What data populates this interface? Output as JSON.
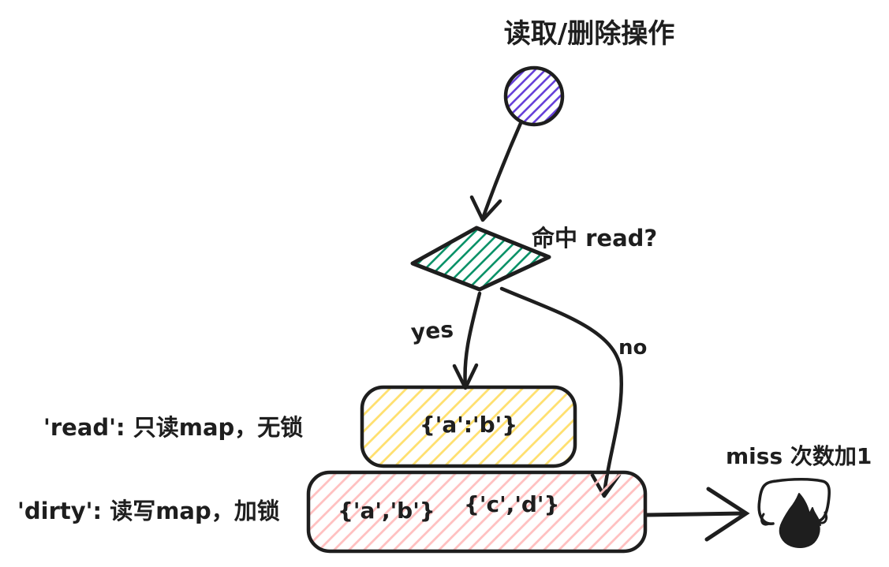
{
  "diagram": {
    "title": "读取/删除操作",
    "colors": {
      "stroke": "#1e1e1e",
      "purple_hatch": "#6741d9",
      "green_hatch": "#099268",
      "yellow_hatch": "#ffe070",
      "pink_hatch": "#ffc1c1"
    },
    "nodes": {
      "start_circle": {
        "shape": "circle",
        "hatch": "purple"
      },
      "decision": {
        "label": "命中 read?",
        "shape": "diamond",
        "hatch": "green"
      },
      "read_map": {
        "value": "{'a':'b'}",
        "hatch": "yellow"
      },
      "dirty_map": {
        "value_1": "{'a','b'}",
        "value_2": "{'c','d'}",
        "hatch": "pink"
      }
    },
    "edges": {
      "yes_label": "yes",
      "no_label": "no"
    },
    "annotations": {
      "read_note": "'read': 只读map，无锁",
      "dirty_note": "'dirty': 读写map，加锁",
      "miss_note": "miss 次数加1"
    }
  }
}
